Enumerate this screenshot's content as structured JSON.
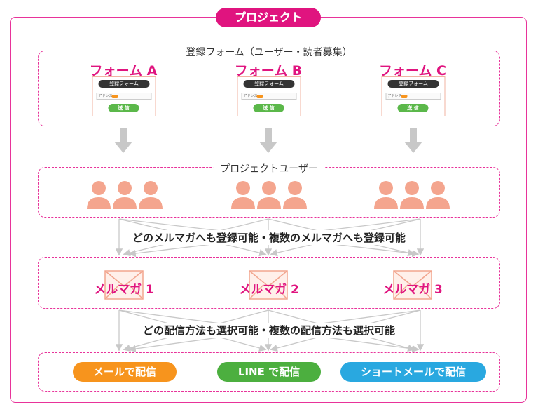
{
  "project_label": "プロジェクト",
  "forms_section": {
    "label": "登録フォーム（ユーザー・読者募集）",
    "forms": [
      {
        "name": "フォーム A",
        "card_title": "登録フォーム",
        "field_label": "アドレス",
        "send_label": "送 信"
      },
      {
        "name": "フォーム B",
        "card_title": "登録フォーム",
        "field_label": "アドレス",
        "send_label": "送 信"
      },
      {
        "name": "フォーム C",
        "card_title": "登録フォーム",
        "field_label": "アドレス",
        "send_label": "送 信"
      }
    ]
  },
  "users_section": {
    "label": "プロジェクトユーザー"
  },
  "caption_1": "どのメルマガへも登録可能・複数のメルマガへも登録可能",
  "newsletters": [
    {
      "name": "メルマガ 1"
    },
    {
      "name": "メルマガ 2"
    },
    {
      "name": "メルマガ 3"
    }
  ],
  "caption_2": "どの配信方法も選択可能・複数の配信方法も選択可能",
  "delivery_methods": [
    {
      "label": "メールで配信",
      "color": "#f7941d"
    },
    {
      "label": "LINE で配信",
      "color": "#4caf3f"
    },
    {
      "label": "ショートメールで配信",
      "color": "#29a8e0"
    }
  ],
  "colors": {
    "accent": "#e0147f",
    "person": "#f4a58e",
    "arrow": "#c8c8c8"
  }
}
